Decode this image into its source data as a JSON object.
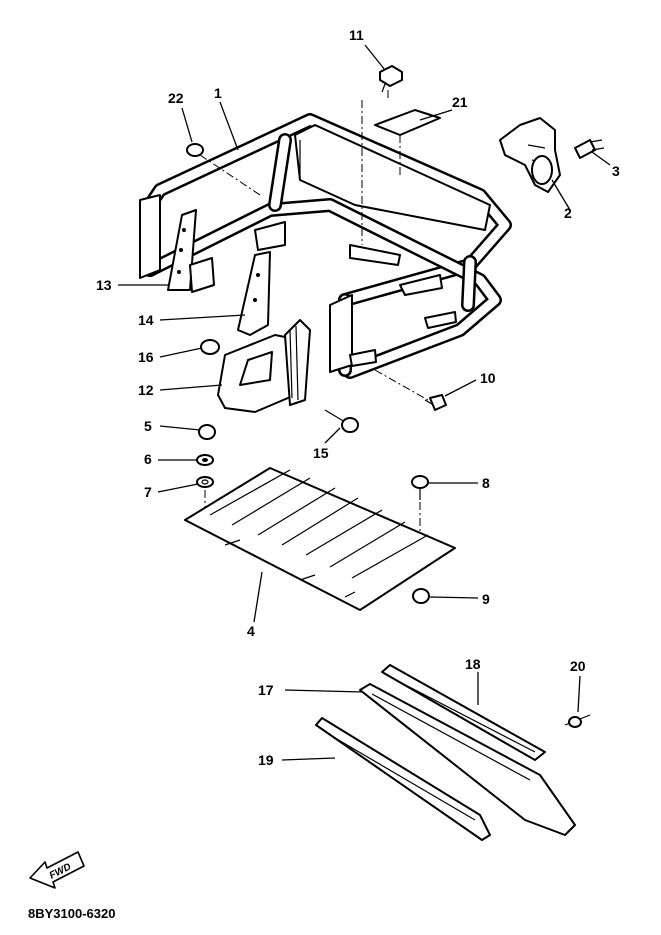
{
  "diagram_code": "8BY3100-6320",
  "fwd_label": "FWD",
  "callouts": [
    "1",
    "2",
    "3",
    "4",
    "5",
    "6",
    "7",
    "8",
    "9",
    "10",
    "11",
    "12",
    "13",
    "14",
    "15",
    "16",
    "17",
    "18",
    "19",
    "20",
    "21",
    "22"
  ]
}
